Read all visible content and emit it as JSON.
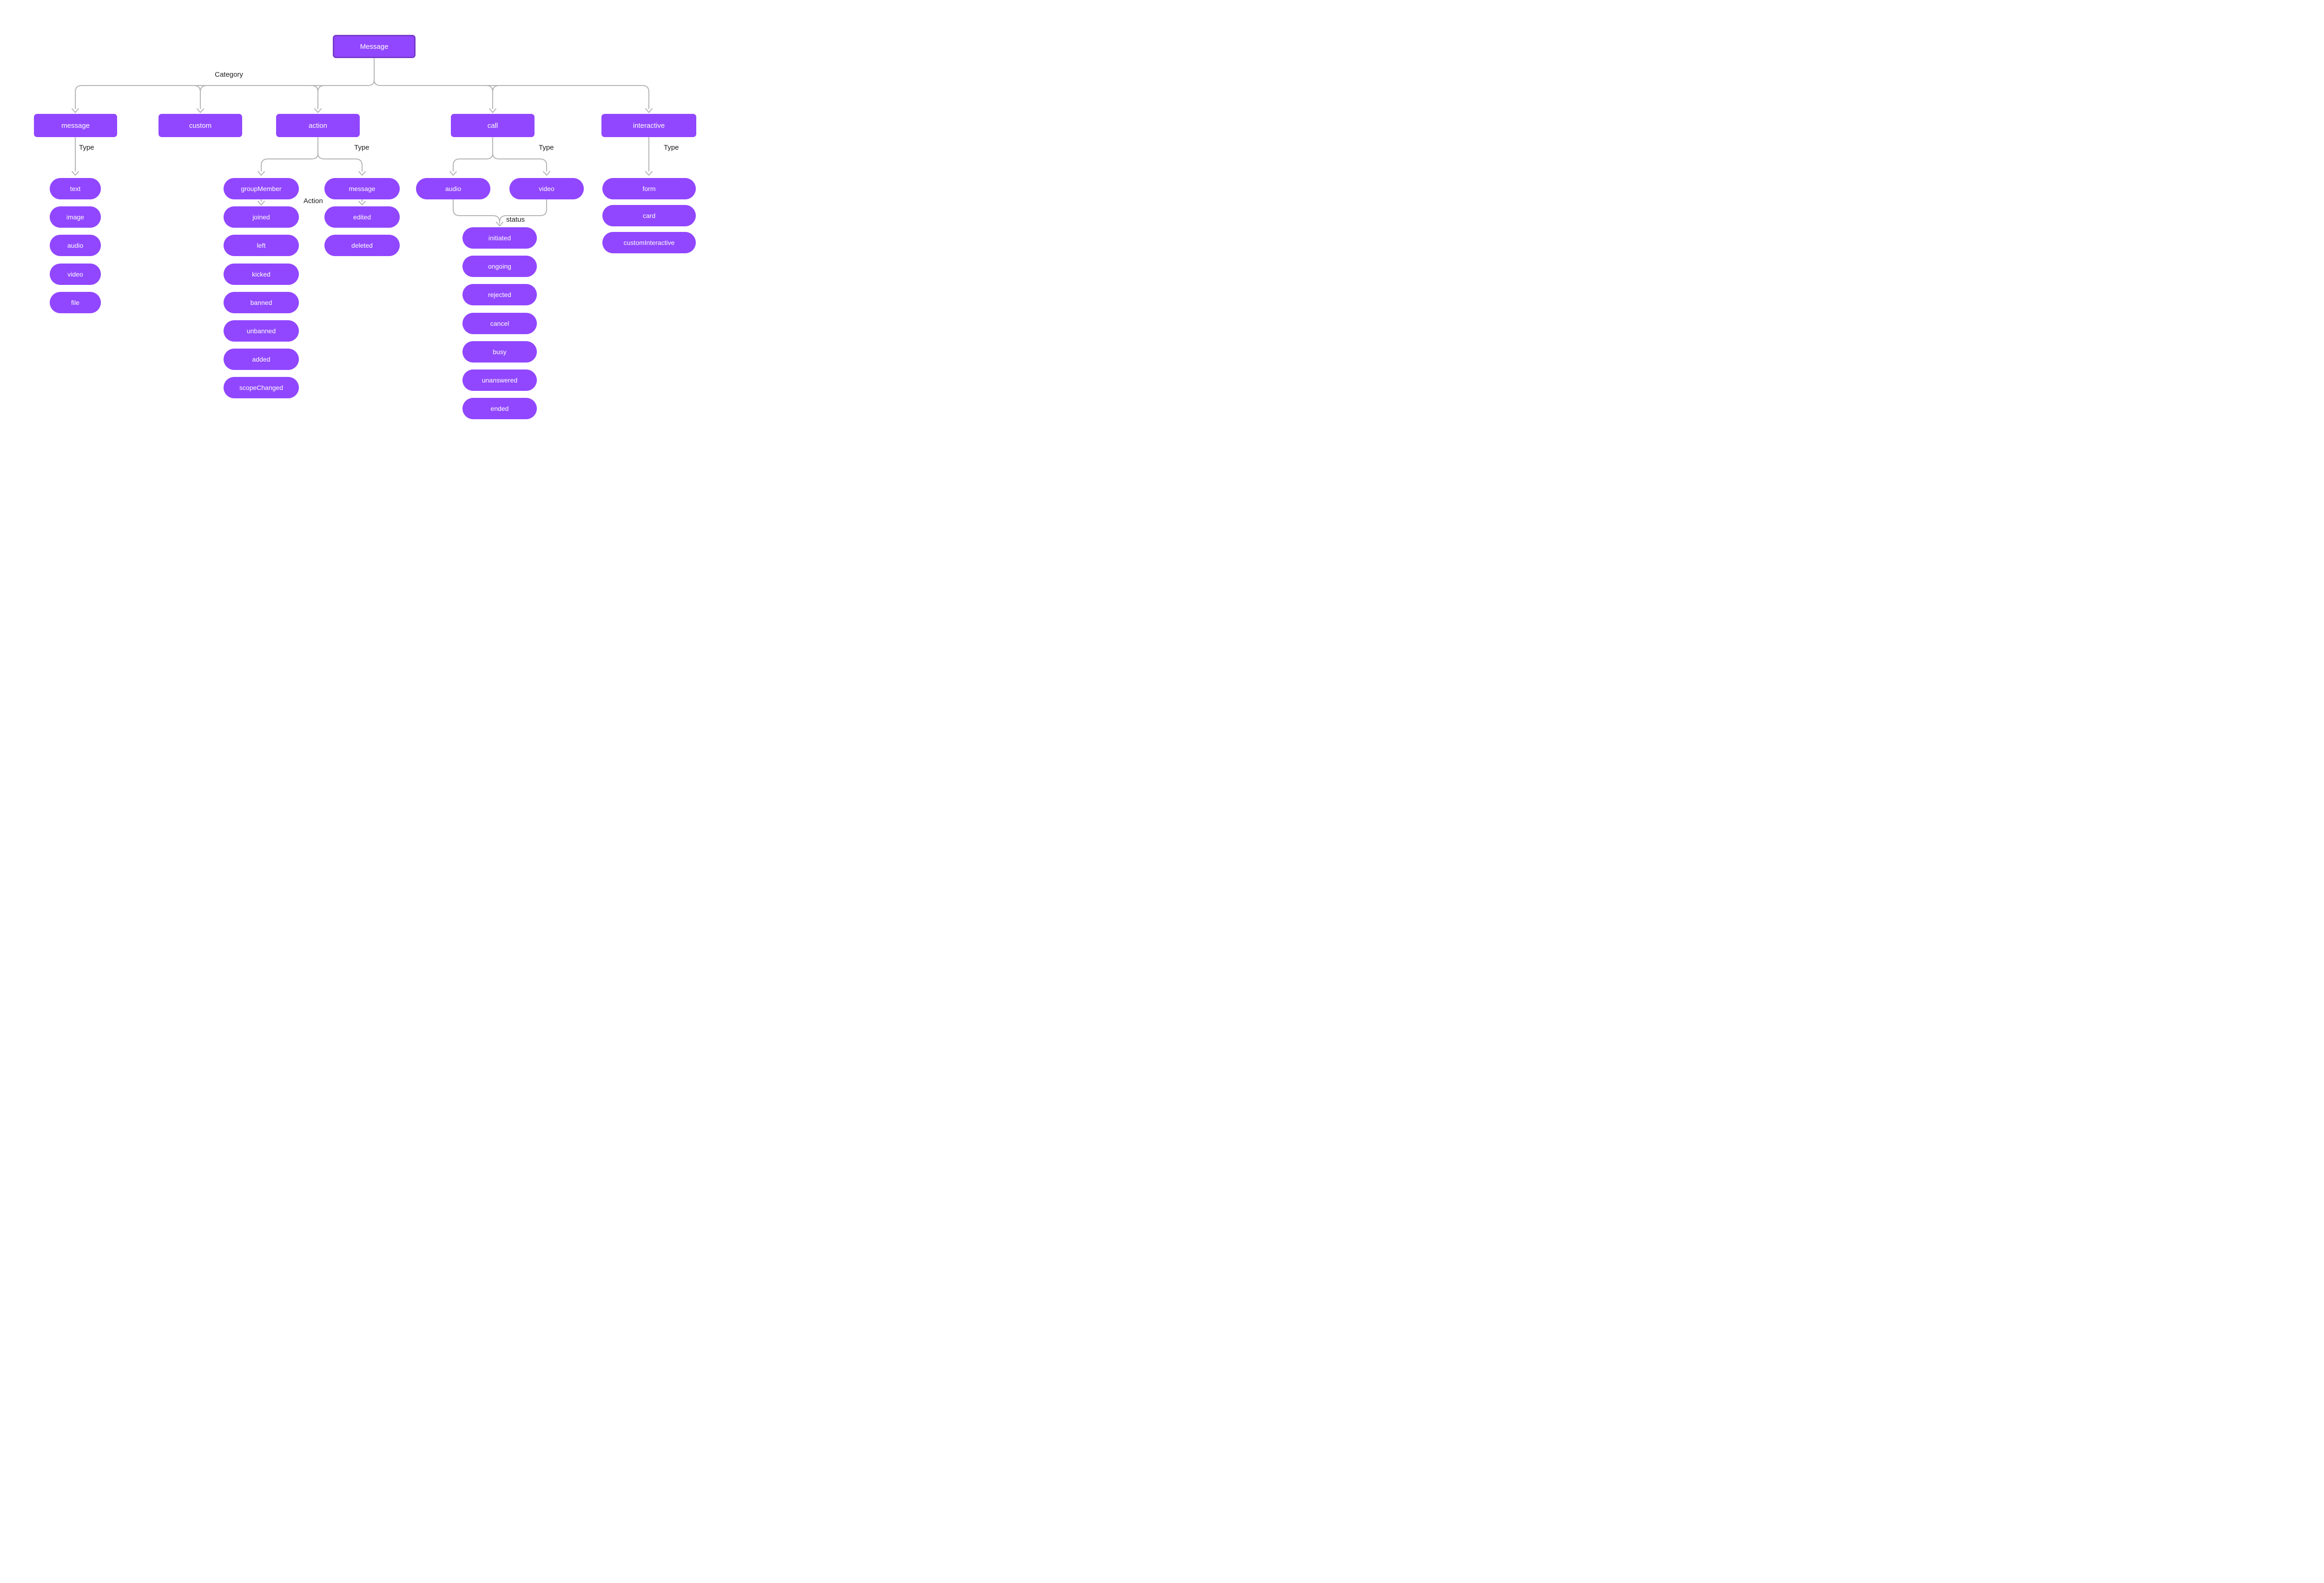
{
  "diagram": {
    "title_node": {
      "label": "Message"
    },
    "edge_labels": {
      "category": "Category",
      "type_message": "Type",
      "type_action": "Type",
      "type_call": "Type",
      "type_interactive": "Type",
      "action": "Action",
      "status": "status"
    },
    "categories": [
      {
        "label": "message"
      },
      {
        "label": "custom"
      },
      {
        "label": "action"
      },
      {
        "label": "call"
      },
      {
        "label": "interactive"
      }
    ],
    "message_types": [
      "text",
      "image",
      "audio",
      "video",
      "file"
    ],
    "action_types": [
      "groupMember",
      "message"
    ],
    "group_member_actions": [
      "joined",
      "left",
      "kicked",
      "banned",
      "unbanned",
      "added",
      "scopeChanged"
    ],
    "message_actions": [
      "edited",
      "deleted"
    ],
    "call_types": [
      "audio",
      "video"
    ],
    "call_statuses": [
      "initiated",
      "ongoing",
      "rejected",
      "cancel",
      "busy",
      "unanswered",
      "ended"
    ],
    "interactive_types": [
      "form",
      "card",
      "customInteractive"
    ]
  },
  "colors": {
    "node_fill": "#9147ff",
    "root_border": "#7639c9",
    "node_text": "#ffffff",
    "connector": "#b3b3b3",
    "edge_label_text": "#1a1a1a",
    "background": "#ffffff"
  }
}
